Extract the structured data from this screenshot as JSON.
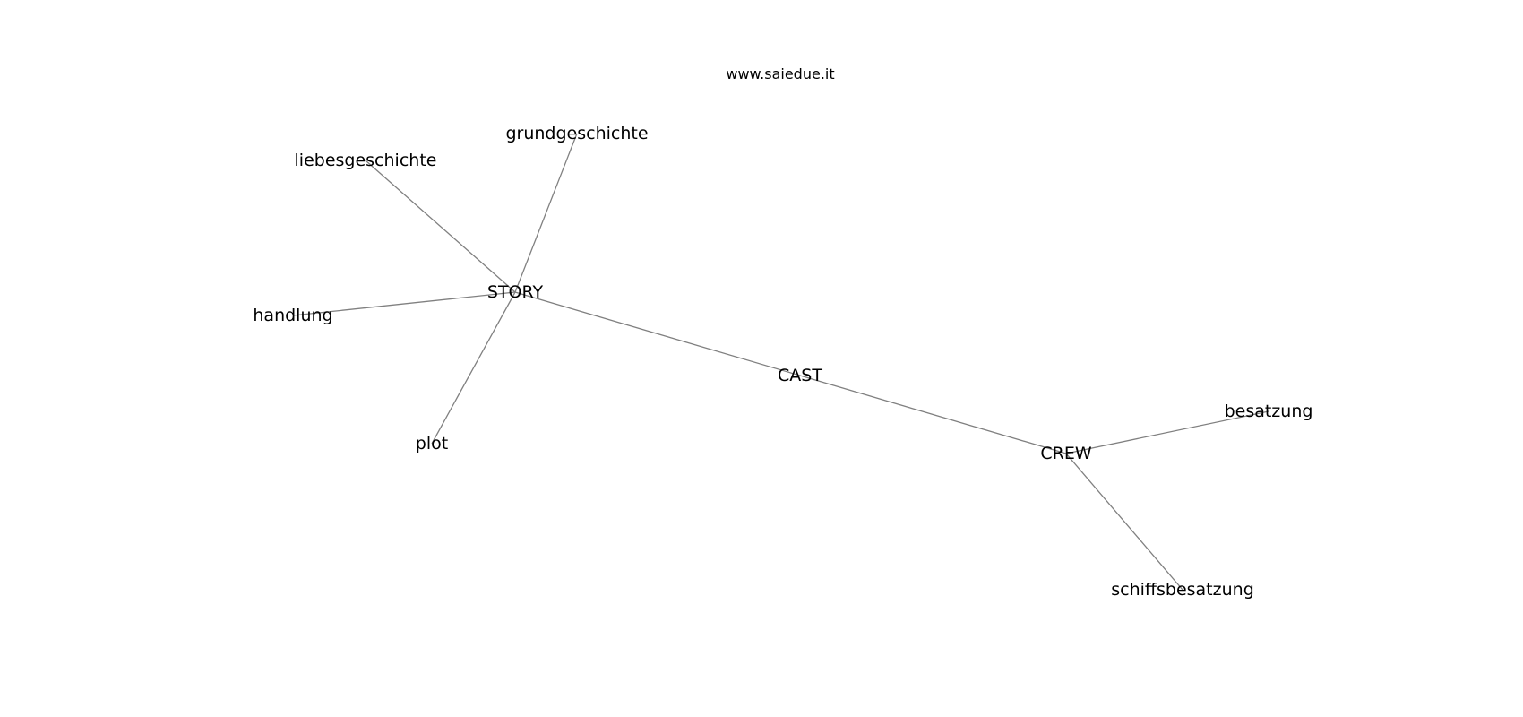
{
  "watermark": "www.saiedue.it",
  "graph": {
    "nodes": [
      {
        "id": "story",
        "label": "STORY"
      },
      {
        "id": "cast",
        "label": "CAST"
      },
      {
        "id": "crew",
        "label": "CREW"
      },
      {
        "id": "liebesgeschichte",
        "label": "liebesgeschichte"
      },
      {
        "id": "grundgeschichte",
        "label": "grundgeschichte"
      },
      {
        "id": "handlung",
        "label": "handlung"
      },
      {
        "id": "plot",
        "label": "plot"
      },
      {
        "id": "besatzung",
        "label": "besatzung"
      },
      {
        "id": "schiffsbesatzung",
        "label": "schiffsbesatzung"
      }
    ],
    "edges": [
      {
        "from": "story",
        "to": "liebesgeschichte"
      },
      {
        "from": "story",
        "to": "grundgeschichte"
      },
      {
        "from": "story",
        "to": "handlung"
      },
      {
        "from": "story",
        "to": "plot"
      },
      {
        "from": "story",
        "to": "cast"
      },
      {
        "from": "cast",
        "to": "crew"
      },
      {
        "from": "crew",
        "to": "besatzung"
      },
      {
        "from": "crew",
        "to": "schiffsbesatzung"
      }
    ]
  }
}
